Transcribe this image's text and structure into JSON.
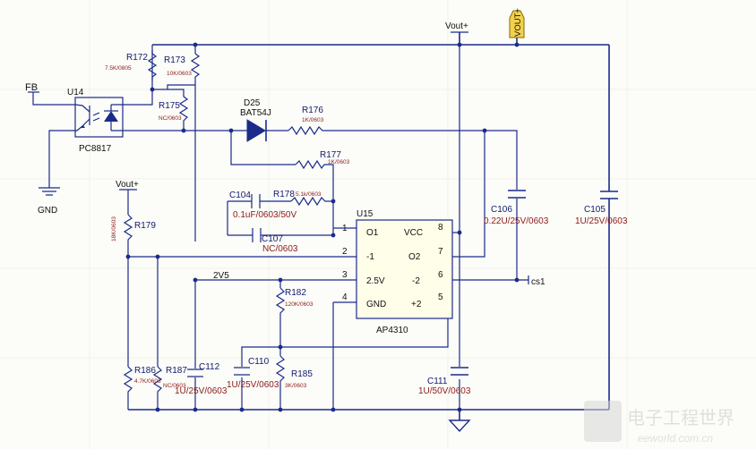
{
  "nets": {
    "fb": "FB",
    "gnd": "GND",
    "vout_top": "Vout+",
    "vout_left": "Vout+",
    "vout_flag": "VOUT+",
    "v2v5": "2V5",
    "cs1": "cs1"
  },
  "u14": {
    "ref": "U14",
    "part": "PC8817"
  },
  "d25": {
    "ref": "D25",
    "part": "BAT54J"
  },
  "u15": {
    "ref": "U15",
    "part": "AP4310",
    "pins_left": [
      {
        "num": "1",
        "name": "O1"
      },
      {
        "num": "2",
        "name": "-1"
      },
      {
        "num": "3",
        "name": "2.5V"
      },
      {
        "num": "4",
        "name": "GND"
      }
    ],
    "pins_right": [
      {
        "num": "8",
        "name": "VCC"
      },
      {
        "num": "7",
        "name": "O2"
      },
      {
        "num": "6",
        "name": "-2"
      },
      {
        "num": "5",
        "name": "+2"
      }
    ]
  },
  "resistors": {
    "r172": {
      "ref": "R172",
      "value": "7.5K/0805"
    },
    "r173": {
      "ref": "R173",
      "value": "10K/0603"
    },
    "r175": {
      "ref": "R175",
      "value": "NC/0603"
    },
    "r176": {
      "ref": "R176",
      "value": "1K/0603"
    },
    "r177": {
      "ref": "R177",
      "value": "1K/0603"
    },
    "r178": {
      "ref": "R178",
      "value": "5.1k/0603"
    },
    "r179": {
      "ref": "R179",
      "value": "18K/0603"
    },
    "r182": {
      "ref": "R182",
      "value": "120K/0603"
    },
    "r185": {
      "ref": "R185",
      "value": "3K/0603"
    },
    "r186": {
      "ref": "R186",
      "value": "4.7K/0603"
    },
    "r187": {
      "ref": "R187",
      "value": "NC/0603"
    }
  },
  "capacitors": {
    "c104": {
      "ref": "C104",
      "value": "0.1uF/0603/50V"
    },
    "c107": {
      "ref": "C107",
      "value": "NC/0603"
    },
    "c106": {
      "ref": "C106",
      "value": "0.22U/25V/0603"
    },
    "c105": {
      "ref": "C105",
      "value": "1U/25V/0603"
    },
    "c110": {
      "ref": "C110",
      "value": "1U/25V/0603"
    },
    "c111": {
      "ref": "C111",
      "value": "1U/50V/0603"
    },
    "c112": {
      "ref": "C112",
      "value": "1U/25V/0603"
    }
  },
  "watermark": {
    "cn": "电子工程世界",
    "url": "eeworld.com.cn"
  }
}
